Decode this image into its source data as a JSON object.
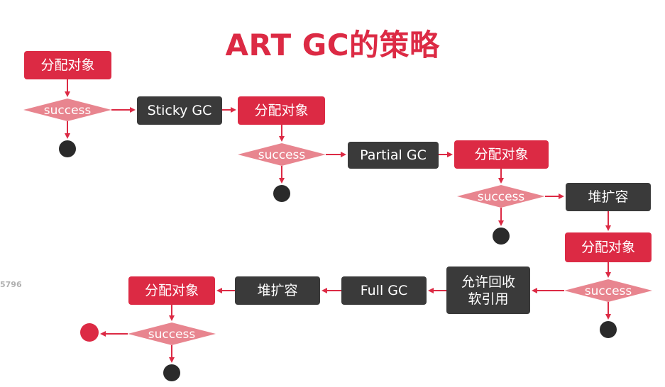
{
  "title": "ART GC的策略",
  "margin_text": "5796",
  "labels": {
    "allocate": "分配对象",
    "success": "success",
    "sticky_gc": "Sticky GC",
    "partial_gc": "Partial GC",
    "heap_expand": "堆扩容",
    "full_gc": "Full GC",
    "allow_soft_ref": "允许回收\n软引用"
  },
  "colors": {
    "accent_red": "#dc2a44",
    "diamond_pink": "#e8858f",
    "dark_box": "#3a3a3a",
    "end_dot": "#2a2a2a",
    "arrow": "#dc2a44"
  }
}
